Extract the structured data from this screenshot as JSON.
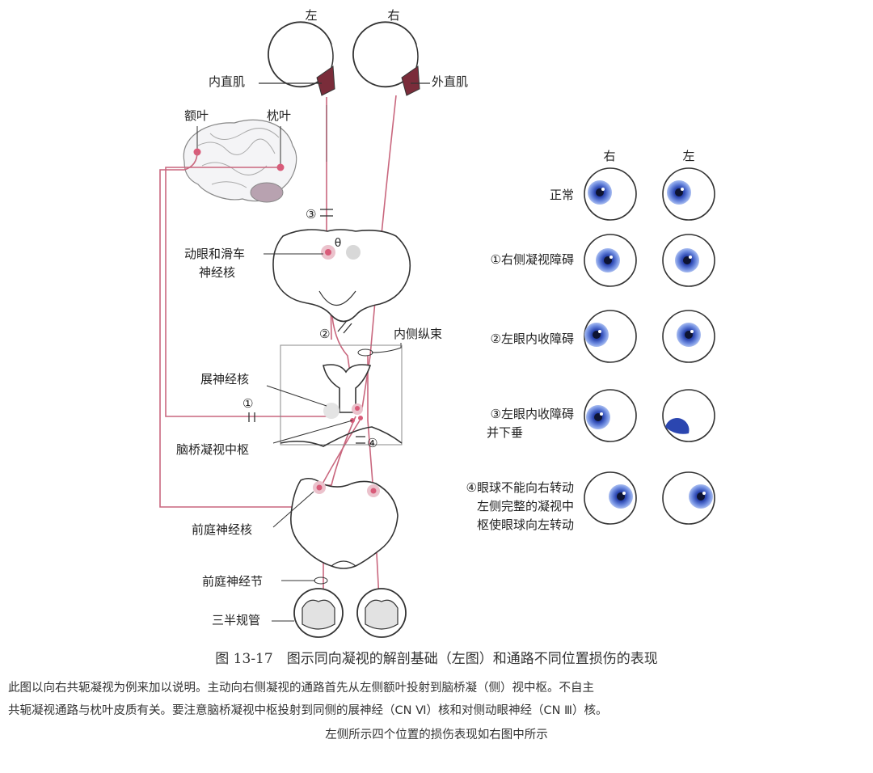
{
  "diagram": {
    "eye_left_label": "左",
    "eye_right_label": "右",
    "medial_rectus": "内直肌",
    "lateral_rectus": "外直肌",
    "frontal_lobe": "额叶",
    "occipital_lobe": "枕叶",
    "oculomotor_nucleus_line1": "动眼和滑车",
    "oculomotor_nucleus_line2": "神经核",
    "mlf": "内侧纵束",
    "abducens_nucleus": "展神经核",
    "pontine_center": "脑桥凝视中枢",
    "vestibular_nucleus": "前庭神经核",
    "vestibular_ganglion": "前庭神经节",
    "semicircular_canal": "三半规管",
    "marker_1": "①",
    "marker_2": "②",
    "marker_3": "③",
    "marker_4": "④",
    "theta_symbol": "θ"
  },
  "panel": {
    "col_right": "右",
    "col_left": "左",
    "rows": [
      {
        "label_lines": [
          "正常"
        ]
      },
      {
        "label_lines": [
          "①右侧凝视障碍"
        ]
      },
      {
        "label_lines": [
          "②左眼内收障碍"
        ]
      },
      {
        "label_lines": [
          "③左眼内收障碍",
          "并下垂"
        ]
      },
      {
        "label_lines": [
          "④眼球不能向右转动",
          "左侧完整的凝视中",
          "枢使眼球向左转动"
        ]
      }
    ]
  },
  "caption": {
    "title": "图 13-17　图示同向凝视的解剖基础（左图）和通路不同位置损伤的表现",
    "line1": "此图以向右共轭凝视为例来加以说明。主动向右侧凝视的通路首先从左侧额叶投射到脑桥凝（侧）视中枢。不自主",
    "line2": "共轭凝视通路与枕叶皮质有关。要注意脑桥凝视中枢投射到同侧的展神经（CN Ⅵ）核和对侧动眼神经（CN Ⅲ）核。",
    "line3": "左侧所示四个位置的损伤表现如右图中所示"
  },
  "colors": {
    "pathway": "#c9677e",
    "nucleus_dot": "#d95b79",
    "iris": "#3a55b8",
    "iris_light": "#8fa8e8",
    "muscle": "#7a2c3a"
  }
}
